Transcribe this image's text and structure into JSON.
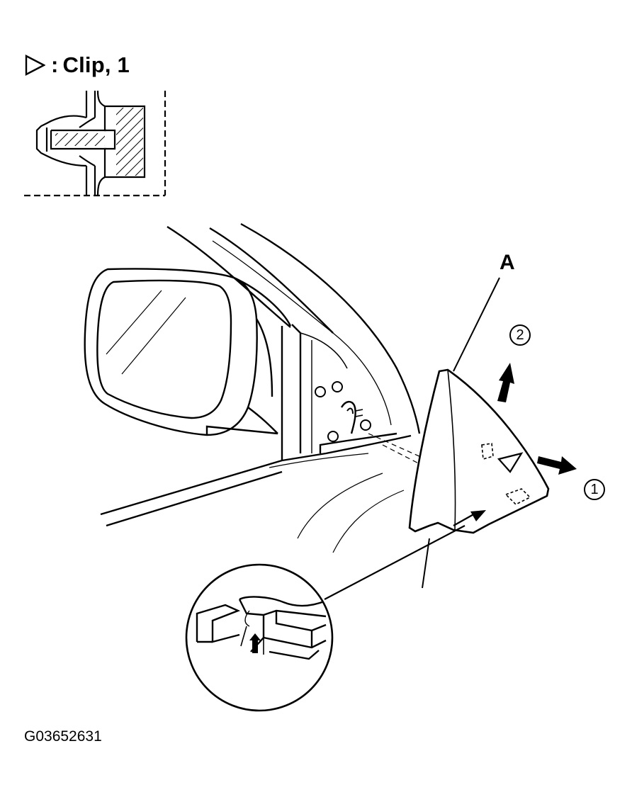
{
  "legend": {
    "separator": ":",
    "text": "Clip, 1"
  },
  "labels": {
    "part_a": "A",
    "step_1": "1",
    "step_2": "2"
  },
  "figure_code": "G03652631",
  "icons": {
    "legend_marker": "triangle-outline-icon",
    "pull_out": "thick-arrow-right-icon",
    "lift_up": "thick-arrow-up-icon"
  },
  "colors": {
    "ink": "#000000",
    "paper": "#ffffff"
  }
}
